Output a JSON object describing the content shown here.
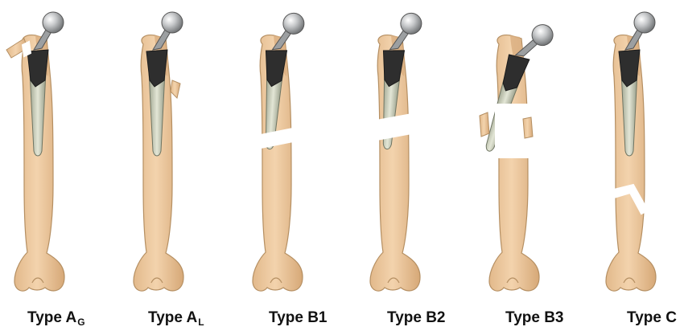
{
  "panels": [
    {
      "id": "ag",
      "label_main": "Type A",
      "label_sub": "G",
      "fracture": "greater-trochanter"
    },
    {
      "id": "al",
      "label_main": "Type A",
      "label_sub": "L",
      "fracture": "lesser-trochanter"
    },
    {
      "id": "b1",
      "label_main": "Type B1",
      "label_sub": "",
      "fracture": "around-stem-tip-stable"
    },
    {
      "id": "b2",
      "label_main": "Type B2",
      "label_sub": "",
      "fracture": "around-stem-loose"
    },
    {
      "id": "b3",
      "label_main": "Type B3",
      "label_sub": "",
      "fracture": "comminuted-poor-bone-stock"
    },
    {
      "id": "c",
      "label_main": "Type C",
      "label_sub": "",
      "fracture": "well-below-stem"
    }
  ],
  "colors": {
    "bone": "#efc99f",
    "bone_outline": "#b58f62",
    "bone_shade": "#d9ae7f",
    "implant_dark": "#2e2e2e",
    "implant_stem": "#cfd3bf",
    "head_metal": "#b7b9bb",
    "label_text": "#111111"
  }
}
